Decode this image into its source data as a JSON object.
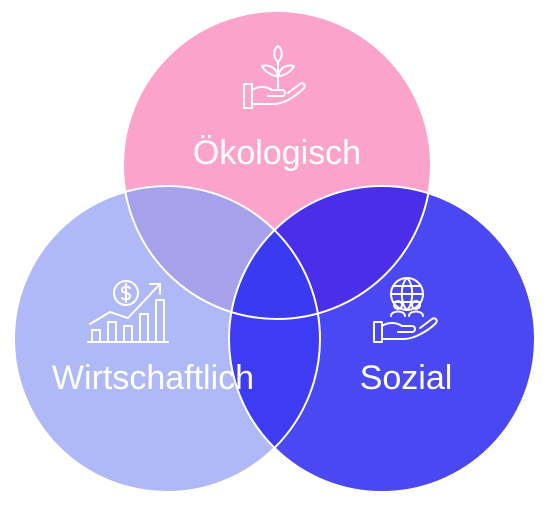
{
  "diagram": {
    "circles": {
      "oekologisch": {
        "label": "Ökologisch",
        "icon": "plant-in-hand-icon",
        "color": "#FCA3CC"
      },
      "wirtschaftlich": {
        "label": "Wirtschaftlich",
        "icon": "financial-growth-chart-icon",
        "color": "#B0B9F8"
      },
      "sozial": {
        "label": "Sozial",
        "icon": "globe-people-in-hand-icon",
        "color": "#4A48F2"
      }
    },
    "overlap_colors": {
      "oekologisch_wirtschaftlich": "#A7A1EB",
      "oekologisch_sozial": "#4A2EEA",
      "wirtschaftlich_sozial": "#3D3CF2",
      "center": "#3A3AF0"
    },
    "outline_color": "#FFFFFF"
  }
}
